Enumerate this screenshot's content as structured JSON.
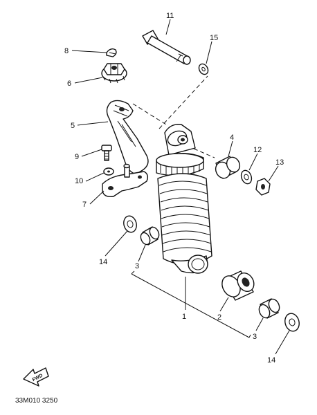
{
  "diagram": {
    "callouts": {
      "p1": "1",
      "p2": "2",
      "p3a": "3",
      "p3b": "3",
      "p4": "4",
      "p5": "5",
      "p6": "6",
      "p7": "7",
      "p8": "8",
      "p9": "9",
      "p10": "10",
      "p11": "11",
      "p12": "12",
      "p13": "13",
      "p14a": "14",
      "p14b": "14",
      "p15": "15"
    },
    "front_arrow": "FWD",
    "catalog_code": "33M010 3250"
  }
}
